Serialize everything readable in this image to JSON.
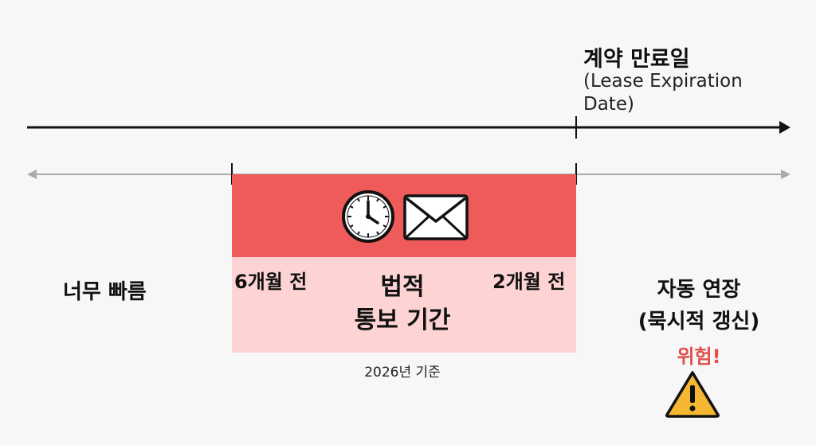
{
  "expiration": {
    "title": "계약 만료일",
    "subtitle": "(Lease Expiration Date)"
  },
  "zones": {
    "too_early": "너무 빠름",
    "notice_start": "6개월 전",
    "notice_end": "2개월 전",
    "notice_title_line1": "법적",
    "notice_title_line2": "통보 기간",
    "base_year": "2026년 기준",
    "renewal_line1": "자동 연장",
    "renewal_line2": "(묵시적 갱신)",
    "danger": "위험!"
  },
  "icons": {
    "notice": [
      "clock-icon",
      "envelope-icon"
    ],
    "danger": "warning-icon"
  },
  "colors": {
    "notice_band_top": "#ef5b5b",
    "notice_band_bottom": "#fdd3d3",
    "danger_text": "#e0504d",
    "warning_fill": "#f5b731",
    "timeline_main": "#111111",
    "timeline_secondary": "#aaaaaa"
  }
}
